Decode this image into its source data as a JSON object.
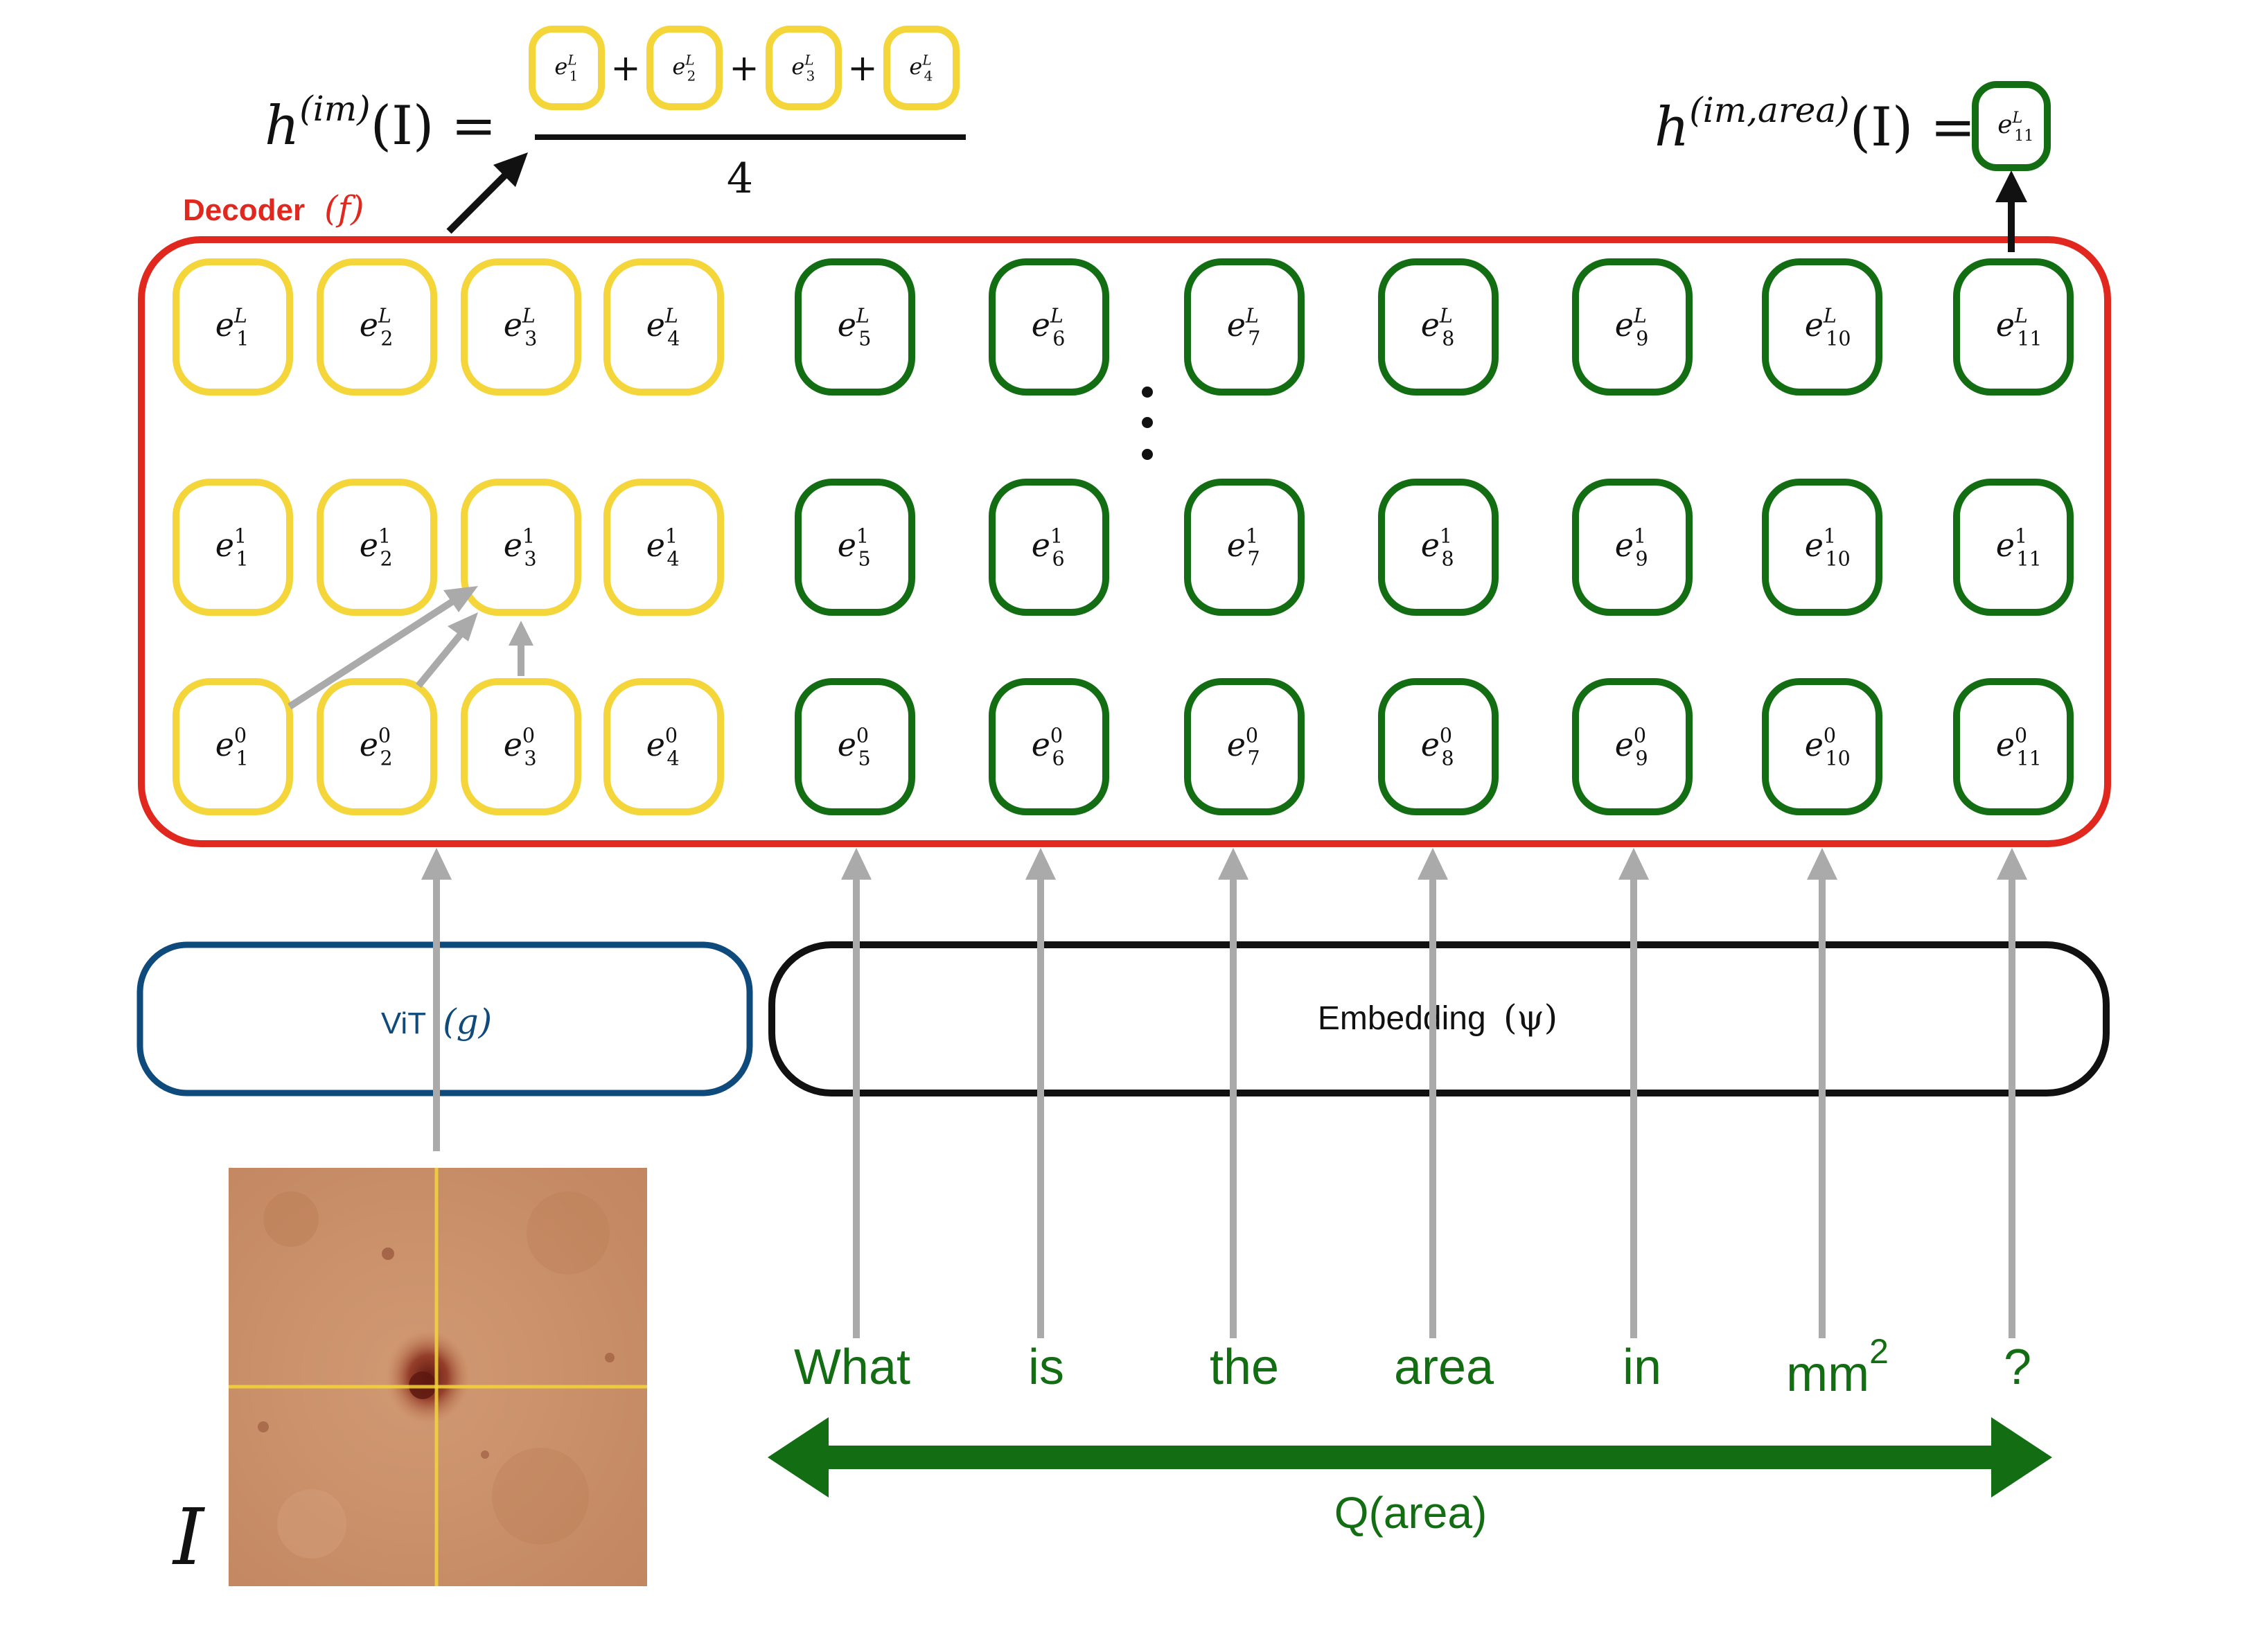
{
  "colors": {
    "image_token": "#f4d53a",
    "text_token": "#136e13",
    "decoder": "#e0281f",
    "vit": "#0f4a7d",
    "embedding": "#111111",
    "arrow_gray": "#aaaaaa",
    "question": "#136e13"
  },
  "formula_im": {
    "lhs_base": "h",
    "lhs_sup": "(im)",
    "lhs_arg": "(I) =",
    "numerator_tokens": [
      {
        "base": "e",
        "sup": "L",
        "sub": "1"
      },
      {
        "base": "e",
        "sup": "L",
        "sub": "2"
      },
      {
        "base": "e",
        "sup": "L",
        "sub": "3"
      },
      {
        "base": "e",
        "sup": "L",
        "sub": "4"
      }
    ],
    "plus": "+",
    "denominator": "4"
  },
  "formula_area": {
    "lhs_base": "h",
    "lhs_sup": "(im,area)",
    "lhs_arg": "(I) =",
    "token": {
      "base": "e",
      "sup": "L",
      "sub": "11"
    }
  },
  "decoder": {
    "label": "Decoder",
    "symbol": "(f)"
  },
  "vit": {
    "label": "ViT",
    "symbol": "(g)"
  },
  "embedding": {
    "label": "Embedding",
    "symbol": "(ψ)"
  },
  "layers": [
    {
      "sup": "L",
      "tokens": [
        "1",
        "2",
        "3",
        "4",
        "5",
        "6",
        "7",
        "8",
        "9",
        "10",
        "11"
      ]
    },
    {
      "sup": "1",
      "tokens": [
        "1",
        "2",
        "3",
        "4",
        "5",
        "6",
        "7",
        "8",
        "9",
        "10",
        "11"
      ]
    },
    {
      "sup": "0",
      "tokens": [
        "1",
        "2",
        "3",
        "4",
        "5",
        "6",
        "7",
        "8",
        "9",
        "10",
        "11"
      ]
    }
  ],
  "question_words": [
    "What",
    "is",
    "the",
    "area",
    "in",
    "mm",
    "?"
  ],
  "question_word_superscript": "2",
  "question_label": "Q(area)",
  "image_label": "I"
}
